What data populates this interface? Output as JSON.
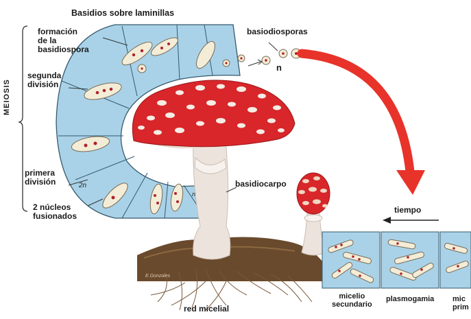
{
  "labels": {
    "title": "Basidios sobre laminillas",
    "formacion": "formación\nde la\nbasidiospora",
    "segunda": "segunda\ndivisión",
    "primera": "primera\ndivisión",
    "nucleos": "2 núcleos\nfusionados",
    "meiosis": "MEIOSIS",
    "basidiosporas": "basiodiosporas",
    "n": "n",
    "basidiocarpo": "basidiocarpo",
    "tiempo": "tiempo",
    "red_micelial": "red micelial",
    "micelio_secundario": "micelio\nsecundario",
    "plasmogamia": "plasmogamia",
    "micelio_primario": "mic\nprim",
    "two_n": "2n",
    "n_n": "n  n",
    "signature": "E.Gonzales"
  },
  "colors": {
    "panel_blue": "#a9d2e8",
    "cap_red": "#d8262a",
    "arrow_red": "#e8332a",
    "stem": "#ece3dc",
    "soil": "#6a4a2c"
  }
}
